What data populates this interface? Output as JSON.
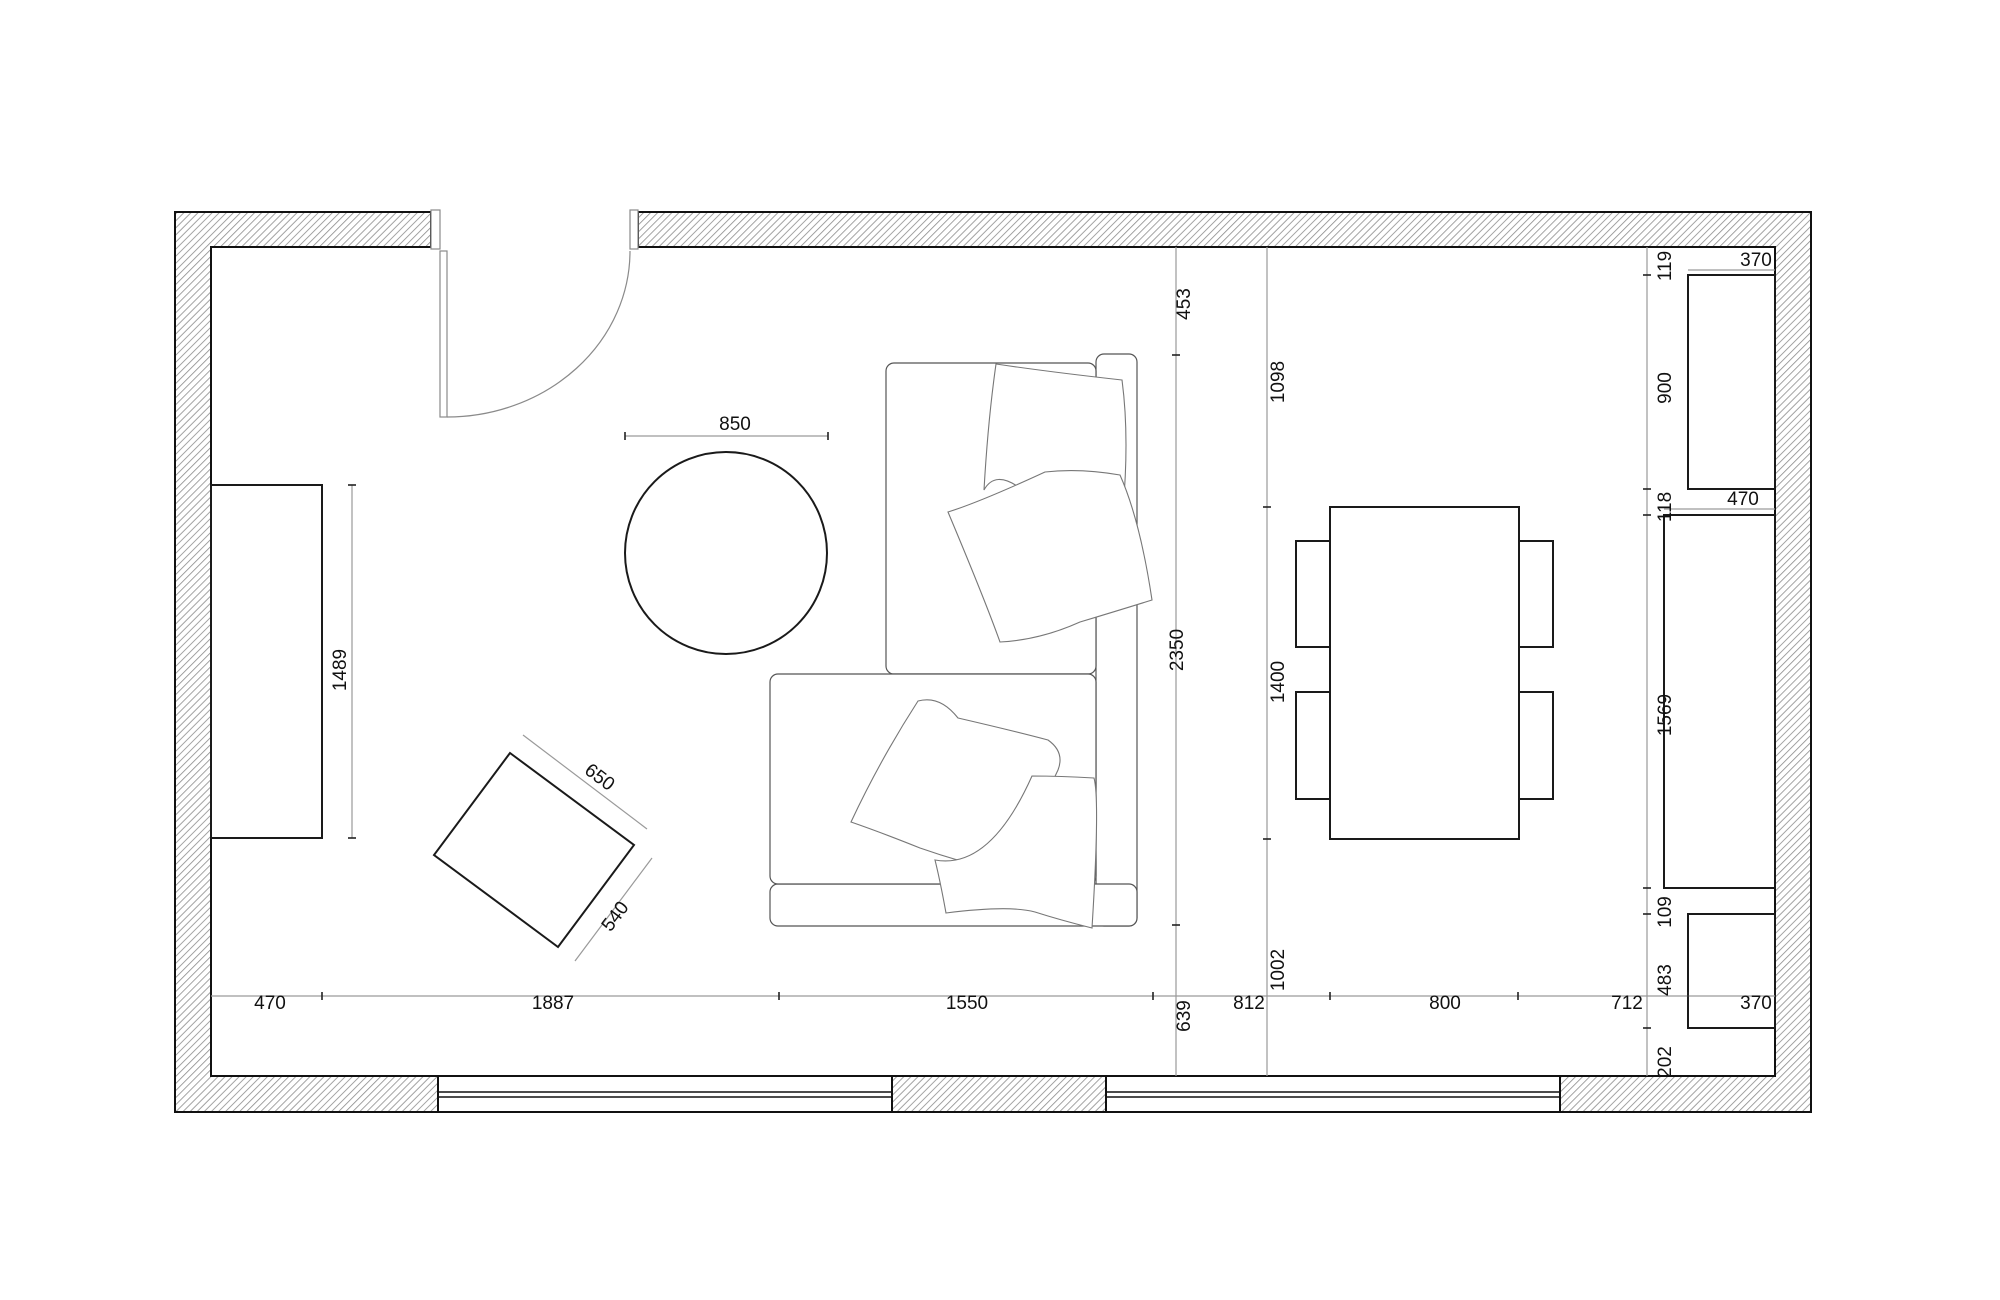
{
  "drawing": {
    "type": "floor-plan",
    "room": "living-dining room"
  },
  "dimensions": {
    "left_wall_unit_length": "1489",
    "coffee_table_diameter": "850",
    "armchair_width": "650",
    "armchair_depth": "540",
    "sofa_length": "2350",
    "sofa_top_offset": "453",
    "sofa_bottom_offset": "639",
    "table_top_offset": "1098",
    "table_length": "1400",
    "table_bottom_offset": "1002",
    "horizontal": [
      "470",
      "1887",
      "1550",
      "812",
      "800",
      "712",
      "370"
    ],
    "right_wall": {
      "gap_top": "119",
      "cabinet_top_height": "900",
      "gap_mid": "118",
      "cabinet_large_height": "1569",
      "gap_lower": "109",
      "cabinet_small_height": "483",
      "gap_bottom": "202",
      "cabinet_top_depth": "370",
      "cabinet_large_depth": "470",
      "cabinet_small_depth": "370"
    }
  },
  "colors": {
    "line": "#111111",
    "dimension_line": "#9a9a9a",
    "background": "#ffffff"
  }
}
